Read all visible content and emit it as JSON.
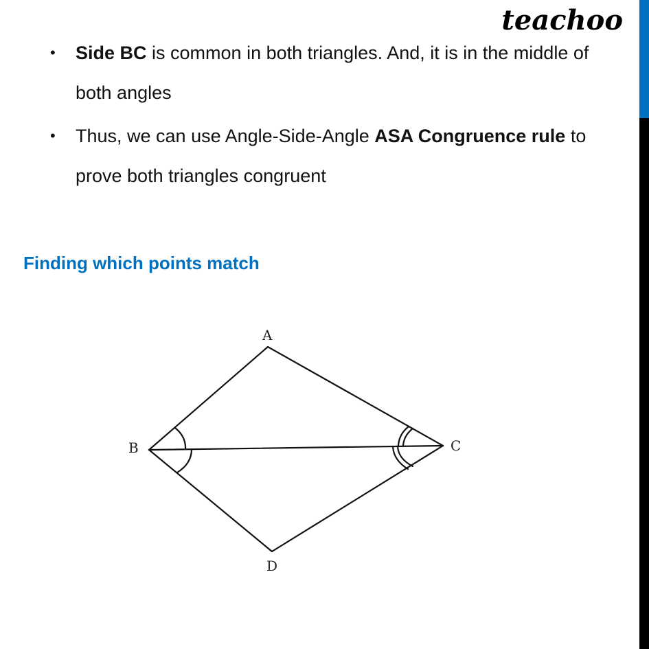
{
  "brand": {
    "logo_text": "teachoo",
    "accent_color": "#0070C0",
    "sidebar_top_color": "#0070C0",
    "sidebar_bottom_color": "#000000"
  },
  "bullets": [
    {
      "bold_lead": "Side BC",
      "text_after": " is common in both triangles. And, it is in the middle of both angles"
    },
    {
      "text_before": "Thus, we can use Angle-Side-Angle ",
      "bold_mid": "ASA Congruence rule",
      "text_after": " to prove both triangles congruent"
    }
  ],
  "bullet_symbol": "•",
  "section_heading": "Finding which points match",
  "figure": {
    "description": "Quadrilateral ABDC split by diagonal BC into triangles ABC and DBC; single arcs mark equal angles at B, double arcs mark equal angles at C",
    "vertices": {
      "A": "A",
      "B": "B",
      "C": "C",
      "D": "D"
    },
    "stroke_color": "#111111"
  }
}
